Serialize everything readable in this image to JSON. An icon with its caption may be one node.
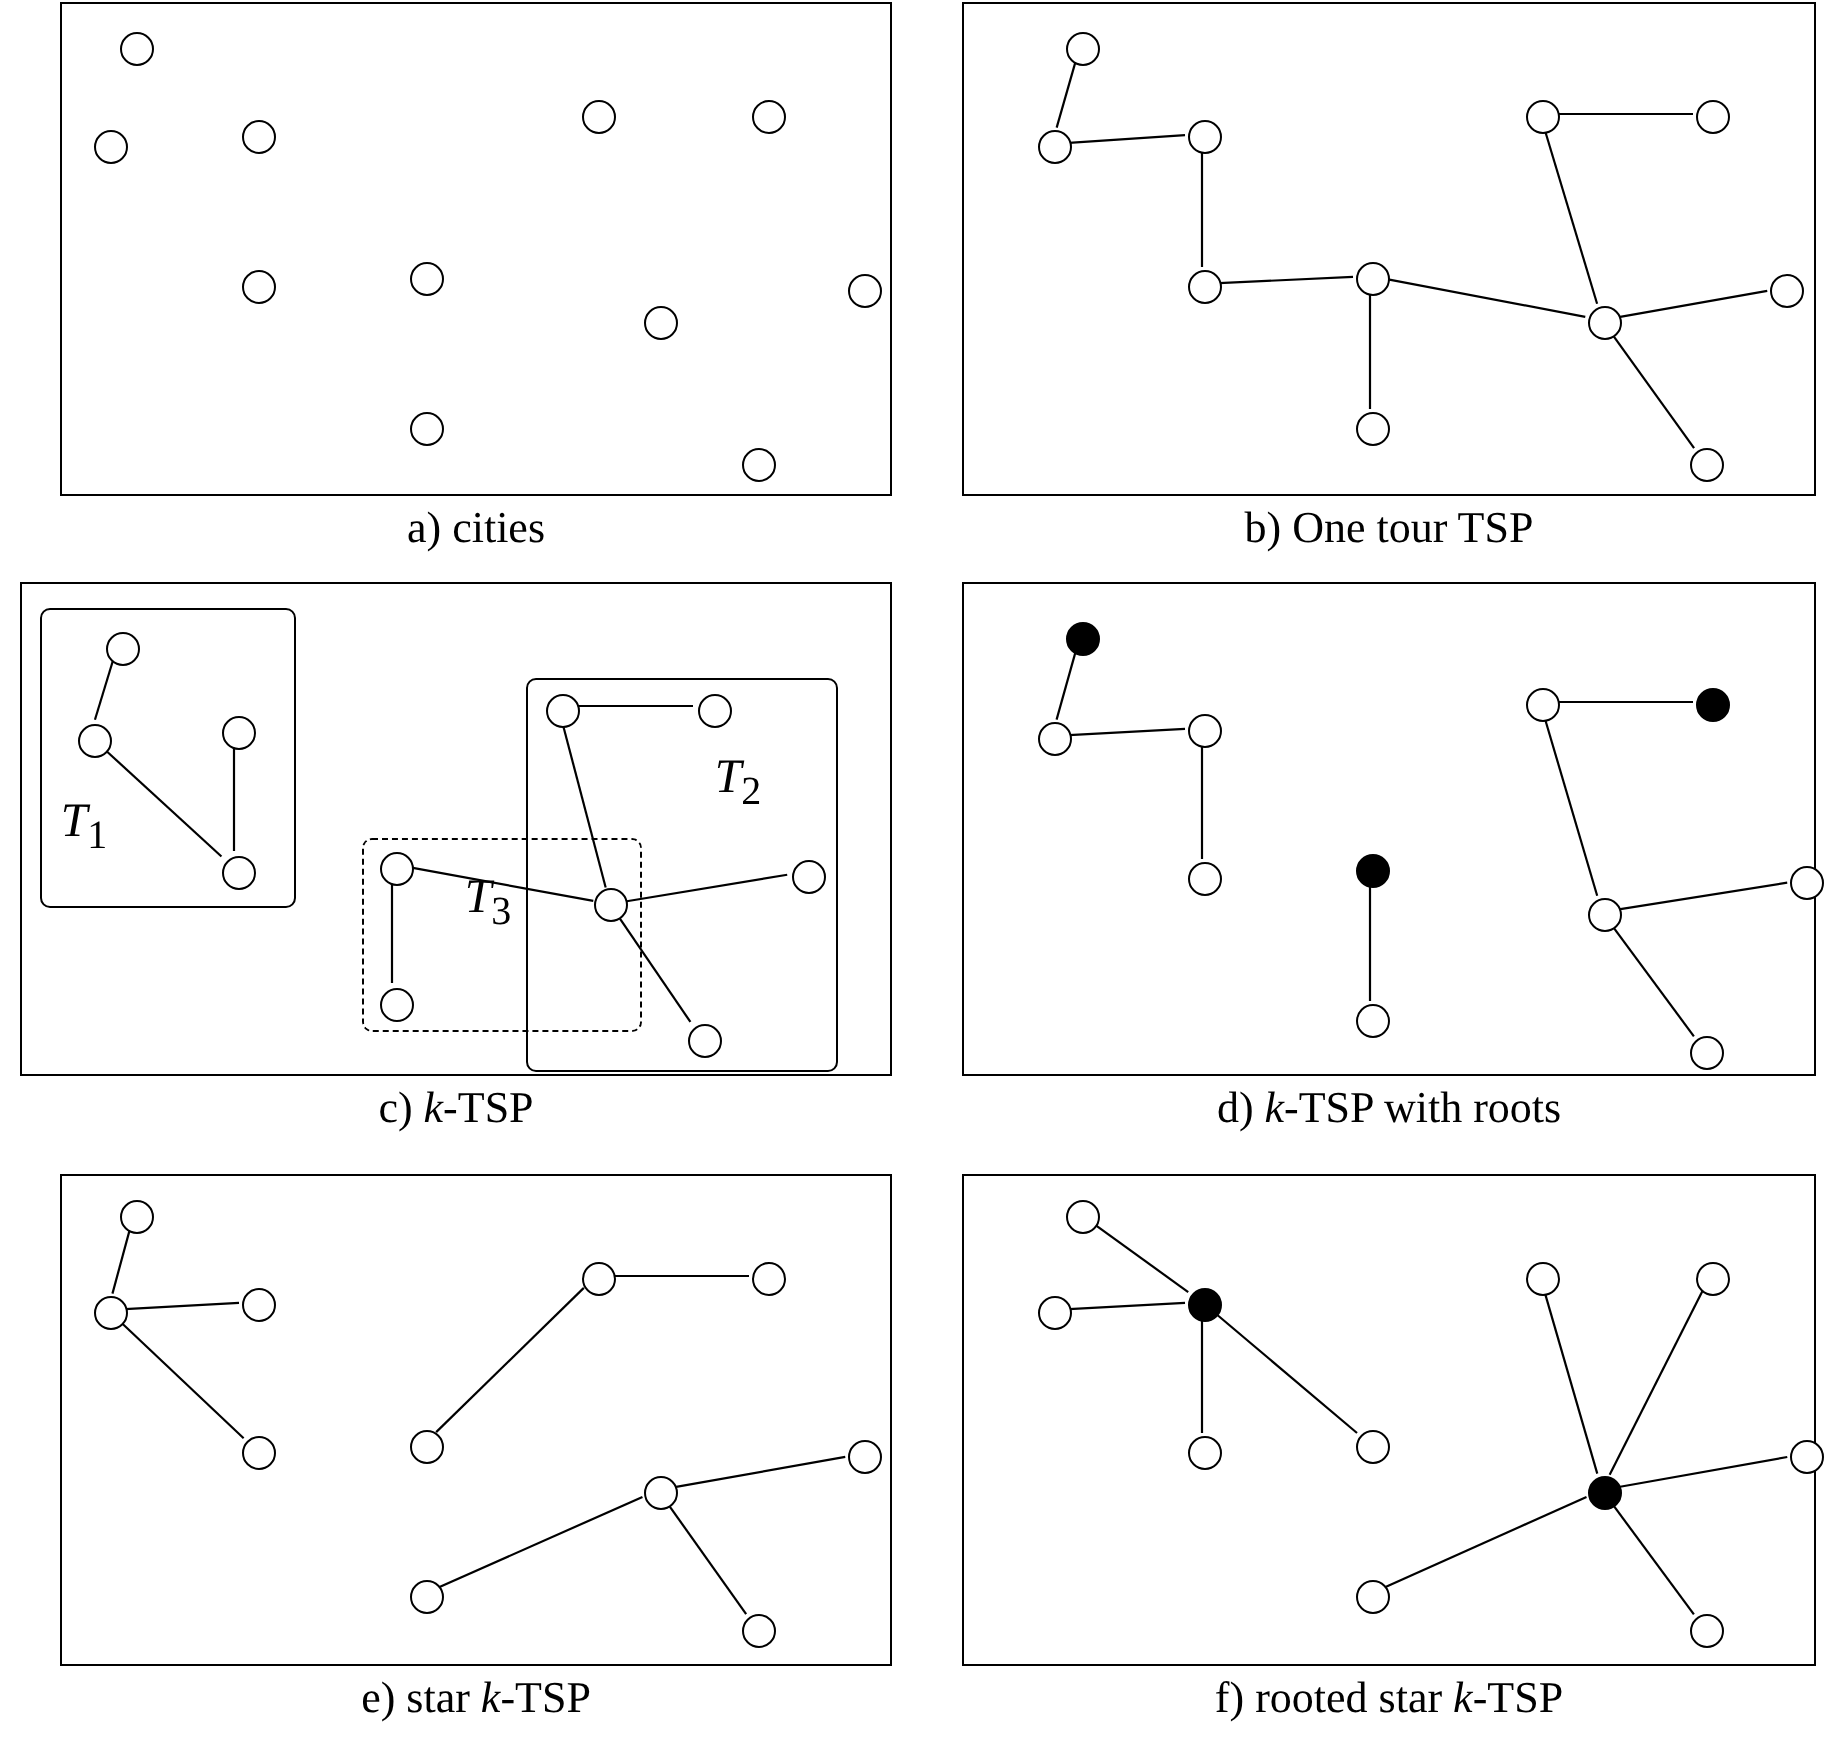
{
  "diagram": {
    "nodes": [
      {
        "text": [
          "a) cities"
        ]
      },
      {
        "text": [],
        "shape": "circle",
        "in": 0
      },
      {
        "text": [],
        "shape": "circle",
        "in": 0
      },
      {
        "text": [],
        "shape": "circle",
        "in": 0
      },
      {
        "text": [],
        "shape": "circle",
        "in": 0
      },
      {
        "text": [],
        "shape": "circle",
        "in": 0
      },
      {
        "text": [],
        "shape": "circle",
        "in": 0
      },
      {
        "text": [],
        "shape": "circle",
        "in": 0
      },
      {
        "text": [],
        "shape": "circle",
        "in": 0
      },
      {
        "text": [],
        "shape": "circle",
        "in": 0
      },
      {
        "text": [],
        "shape": "circle",
        "in": 0
      },
      {
        "text": [],
        "shape": "circle",
        "in": 0
      },
      {
        "text": [
          "b) One tour TSP"
        ]
      },
      {
        "text": [],
        "shape": "circle",
        "in": 12
      },
      {
        "text": [],
        "shape": "circle",
        "in": 12
      },
      {
        "text": [],
        "shape": "circle",
        "in": 12
      },
      {
        "text": [],
        "shape": "circle",
        "in": 12
      },
      {
        "text": [],
        "shape": "circle",
        "in": 12
      },
      {
        "text": [],
        "shape": "circle",
        "in": 12
      },
      {
        "text": [],
        "shape": "circle",
        "in": 12
      },
      {
        "text": [],
        "shape": "circle",
        "in": 12
      },
      {
        "text": [],
        "shape": "circle",
        "in": 12
      },
      {
        "text": [],
        "shape": "circle",
        "in": 12
      },
      {
        "text": [],
        "shape": "circle",
        "in": 12
      },
      {
        "text": [
          "c) *k*-TSP"
        ]
      },
      {
        "text": [
          "*T*$_{1}$"
        ],
        "in": 24
      },
      {
        "text": [],
        "shape": "circle",
        "in": 25
      },
      {
        "text": [],
        "shape": "circle",
        "in": 25
      },
      {
        "text": [],
        "shape": "circle",
        "in": 25
      },
      {
        "text": [],
        "shape": "circle",
        "in": 25
      },
      {
        "text": [
          "*T*$_{2}$"
        ],
        "in": 24
      },
      {
        "text": [
          "*T*$_{3}$"
        ],
        "in": 24
      },
      {
        "text": [],
        "shape": "circle",
        "in": 30
      },
      {
        "text": [],
        "shape": "circle",
        "in": 30
      },
      {
        "text": [],
        "shape": "circle",
        "in": 31
      },
      {
        "text": [],
        "shape": "circle"
      },
      {
        "text": [],
        "shape": "circle",
        "in": 30
      },
      {
        "text": [],
        "shape": "circle",
        "in": 31
      },
      {
        "text": [],
        "shape": "circle",
        "in": 30
      },
      {
        "text": [
          "d) *k*-TSP with roots"
        ]
      },
      {
        "text": [],
        "shape": "dot",
        "in": 39
      },
      {
        "text": [],
        "shape": "circle",
        "in": 39
      },
      {
        "text": [],
        "shape": "circle",
        "in": 39
      },
      {
        "text": [],
        "shape": "circle",
        "in": 39
      },
      {
        "text": [],
        "shape": "dot",
        "in": 39
      },
      {
        "text": [],
        "shape": "circle",
        "in": 39
      },
      {
        "text": [],
        "shape": "circle",
        "in": 39
      },
      {
        "text": [],
        "shape": "dot",
        "in": 39
      },
      {
        "text": [],
        "shape": "circle",
        "in": 39
      },
      {
        "text": [],
        "shape": "circle",
        "in": 39
      },
      {
        "text": [],
        "shape": "circle",
        "in": 39
      },
      {
        "text": [
          "e) star *k*-TSP"
        ]
      },
      {
        "text": [],
        "shape": "circle",
        "in": 51
      },
      {
        "text": [],
        "shape": "circle",
        "in": 51
      },
      {
        "text": [],
        "shape": "circle",
        "in": 51
      },
      {
        "text": [],
        "shape": "circle",
        "in": 51
      },
      {
        "text": [],
        "shape": "circle",
        "in": 51
      },
      {
        "text": [],
        "shape": "circle",
        "in": 51
      },
      {
        "text": [],
        "shape": "circle",
        "in": 51
      },
      {
        "text": [],
        "shape": "circle",
        "in": 51
      },
      {
        "text": [],
        "shape": "circle",
        "in": 51
      },
      {
        "text": [],
        "shape": "circle",
        "in": 51
      },
      {
        "text": [],
        "shape": "circle",
        "in": 51
      },
      {
        "text": [
          "f) rooted star *k*-TSP"
        ]
      },
      {
        "text": [],
        "shape": "circle",
        "in": 63
      },
      {
        "text": [],
        "shape": "circle",
        "in": 63
      },
      {
        "text": [],
        "shape": "dot",
        "in": 63
      },
      {
        "text": [],
        "shape": "circle",
        "in": 63
      },
      {
        "text": [],
        "shape": "circle",
        "in": 63
      },
      {
        "text": [],
        "shape": "circle",
        "in": 63
      },
      {
        "text": [],
        "shape": "circle",
        "in": 63
      },
      {
        "text": [],
        "shape": "dot",
        "in": 63
      },
      {
        "text": [],
        "shape": "circle",
        "in": 63
      },
      {
        "text": [],
        "shape": "circle",
        "in": 63
      },
      {
        "text": [],
        "shape": "circle",
        "in": 63
      }
    ],
    "edges": [
      {
        "from": 13,
        "to": 14,
        "arrow": "none"
      },
      {
        "from": 14,
        "to": 15,
        "arrow": "none"
      },
      {
        "from": 15,
        "to": 18,
        "arrow": "none"
      },
      {
        "from": 18,
        "to": 19,
        "arrow": "none"
      },
      {
        "from": 19,
        "to": 22,
        "arrow": "none"
      },
      {
        "from": 19,
        "to": 20,
        "arrow": "none"
      },
      {
        "from": 16,
        "to": 17,
        "arrow": "none"
      },
      {
        "from": 16,
        "to": 20,
        "arrow": "none"
      },
      {
        "from": 20,
        "to": 21,
        "arrow": "none"
      },
      {
        "from": 20,
        "to": 23,
        "arrow": "none"
      },
      {
        "from": 26,
        "to": 27,
        "arrow": "none"
      },
      {
        "from": 27,
        "to": 29,
        "arrow": "none"
      },
      {
        "from": 28,
        "to": 29,
        "arrow": "none"
      },
      {
        "from": 32,
        "to": 33,
        "arrow": "none"
      },
      {
        "from": 32,
        "to": 35,
        "arrow": "none"
      },
      {
        "from": 34,
        "to": 35,
        "arrow": "none"
      },
      {
        "from": 34,
        "to": 37,
        "arrow": "none"
      },
      {
        "from": 35,
        "to": 36,
        "arrow": "none"
      },
      {
        "from": 35,
        "to": 38,
        "arrow": "none"
      },
      {
        "from": 40,
        "to": 41,
        "arrow": "none"
      },
      {
        "from": 41,
        "to": 42,
        "arrow": "none"
      },
      {
        "from": 42,
        "to": 43,
        "arrow": "none"
      },
      {
        "from": 44,
        "to": 45,
        "arrow": "none"
      },
      {
        "from": 46,
        "to": 47,
        "arrow": "none"
      },
      {
        "from": 46,
        "to": 48,
        "arrow": "none"
      },
      {
        "from": 48,
        "to": 49,
        "arrow": "none"
      },
      {
        "from": 48,
        "to": 50,
        "arrow": "none"
      },
      {
        "from": 52,
        "to": 53,
        "arrow": "none"
      },
      {
        "from": 53,
        "to": 54,
        "arrow": "none"
      },
      {
        "from": 53,
        "to": 55,
        "arrow": "none"
      },
      {
        "from": 56,
        "to": 57,
        "arrow": "none"
      },
      {
        "from": 56,
        "to": 58,
        "arrow": "none"
      },
      {
        "from": 59,
        "to": 60,
        "arrow": "none"
      },
      {
        "from": 59,
        "to": 61,
        "arrow": "none"
      },
      {
        "from": 59,
        "to": 62,
        "arrow": "none"
      },
      {
        "from": 64,
        "to": 66,
        "arrow": "none"
      },
      {
        "from": 65,
        "to": 66,
        "arrow": "none"
      },
      {
        "from": 66,
        "to": 67,
        "arrow": "none"
      },
      {
        "from": 66,
        "to": 68,
        "arrow": "none"
      },
      {
        "from": 69,
        "to": 71,
        "arrow": "none"
      },
      {
        "from": 70,
        "to": 71,
        "arrow": "none"
      },
      {
        "from": 71,
        "to": 72,
        "arrow": "none"
      },
      {
        "from": 71,
        "to": 73,
        "arrow": "none"
      },
      {
        "from": 71,
        "to": 74,
        "arrow": "none"
      }
    ]
  }
}
